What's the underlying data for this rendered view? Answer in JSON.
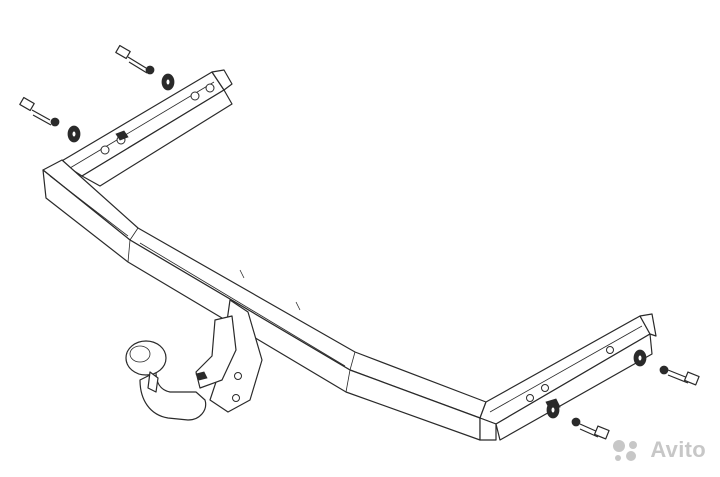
{
  "watermark": {
    "text": "Avito"
  },
  "colors": {
    "line": "#2a2a2a",
    "background": "#ffffff",
    "watermark": "#9a9a9a"
  },
  "parts": [
    "tow-bar-crossbeam",
    "left-mounting-bracket",
    "right-mounting-bracket",
    "tow-ball",
    "bolts-with-washers"
  ]
}
